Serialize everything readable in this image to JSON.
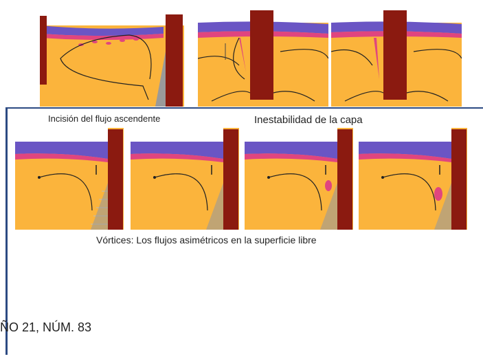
{
  "captions": {
    "top_left": "Incisión del flujo ascendente",
    "top_right": "Inestabilidad de la capa",
    "bottom": "Vórtices: Los flujos asimétricos en la superficie libre"
  },
  "footer": "ÑO 21, NÚM. 83",
  "colors": {
    "fluid": "#fbb43c",
    "top_layer": "#6a55c4",
    "mid_layer": "#e0457f",
    "pipe": "#8b1a10",
    "hatch": "#9a9a9a",
    "frame": "#2c4a82"
  }
}
